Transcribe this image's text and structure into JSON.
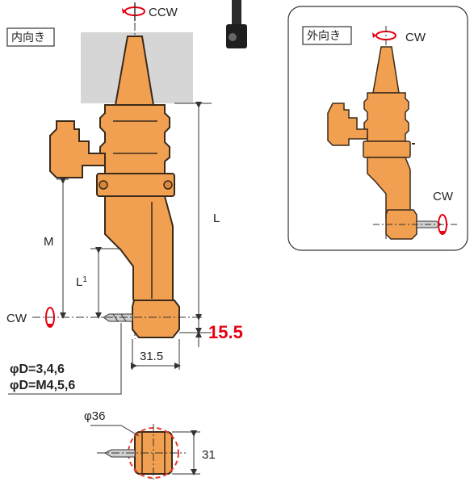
{
  "labels": {
    "inward": "内向き",
    "outward": "外向き",
    "ccw_top": "CCW",
    "cw_left": "CW",
    "cw_outward_top": "CW",
    "cw_outward_side": "CW",
    "dim_L": "L",
    "dim_M": "M",
    "dim_L1": "L",
    "dim_L1_sub": "1",
    "dim_offset": "15.5",
    "dim_width": "31.5",
    "dim_diameter": "φ36",
    "dim_height": "31",
    "spec_line1": "φD=3,4,6",
    "spec_line2": "φD=M4,5,6"
  },
  "colors": {
    "body": "#f0a050",
    "body_dark": "#d8873a",
    "outline": "#3a2a1a",
    "spindle": "#d4d4d4",
    "accent_red": "#e60012",
    "dashed_red": "#e63a2a",
    "line": "#333333"
  }
}
